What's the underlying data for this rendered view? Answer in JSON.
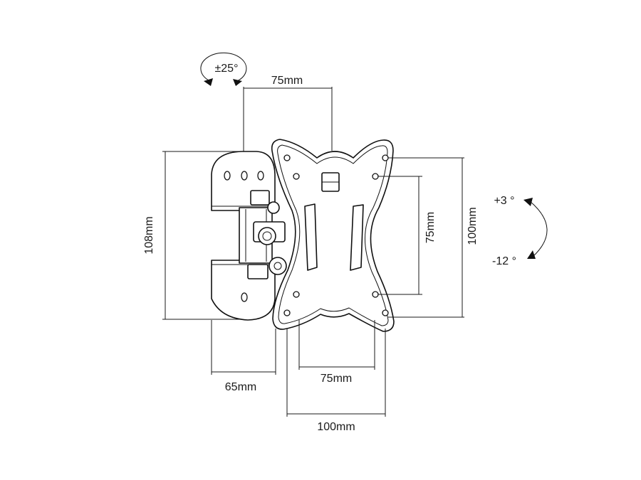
{
  "labels": {
    "swivel": "±25°",
    "top_width": "75mm",
    "height_left": "108mm",
    "vesa_v_small": "75mm",
    "vesa_v_large": "100mm",
    "tilt_up": "+3 °",
    "tilt_down": "-12 °",
    "depth": "65mm",
    "vesa_h_small": "75mm",
    "vesa_h_large": "100mm"
  }
}
